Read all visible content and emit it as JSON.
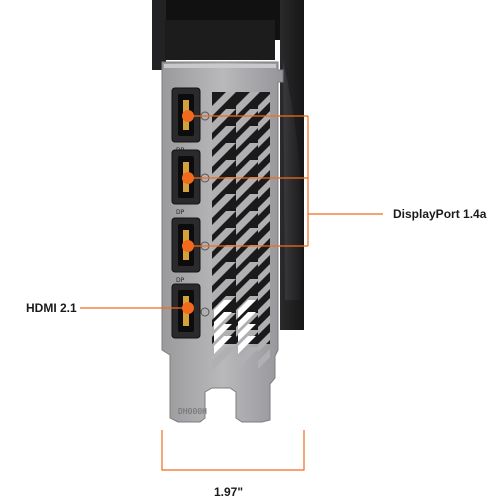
{
  "callouts": {
    "displayport": "DisplayPort 1.4a",
    "hdmi": "HDMI 2.1",
    "width": "1.97\""
  },
  "bracket": {
    "port_count_displayport": 3,
    "port_count_hdmi": 1,
    "stamp_text": "DH000H",
    "port_symbol": "DP"
  },
  "colors": {
    "accent": "#f26b1d",
    "bracket": "#a8a8ab",
    "card_body": "#1e1e20"
  }
}
